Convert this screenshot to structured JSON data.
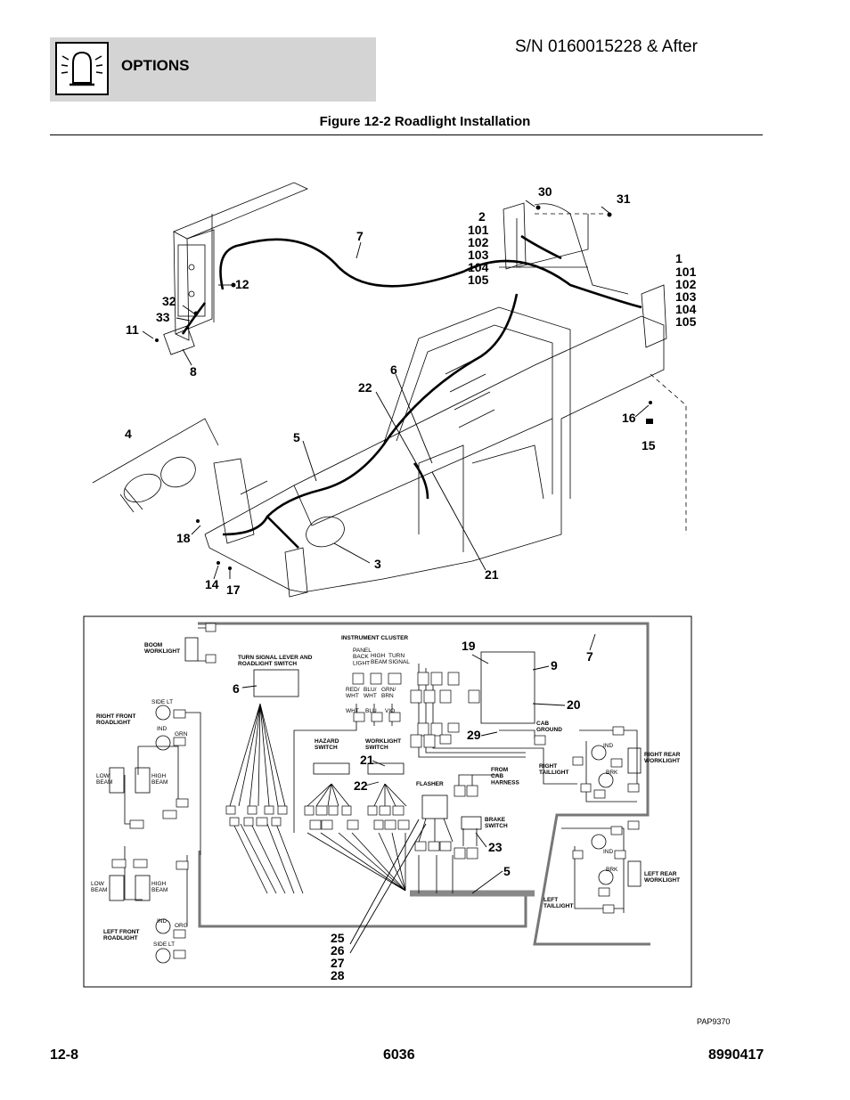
{
  "header": {
    "section": "OPTIONS",
    "serial": "S/N 0160015228 & After"
  },
  "figure": {
    "title": "Figure 12-2 Roadlight Installation",
    "code": "PAP9370"
  },
  "footer": {
    "page": "12-8",
    "model": "6036",
    "doc": "8990417"
  },
  "callouts": {
    "c30": "30",
    "c31": "31",
    "c2": "2",
    "c101a": "101",
    "c102a": "102",
    "c103a": "103",
    "c104a": "104",
    "c105a": "105",
    "c7": "7",
    "c1": "1",
    "c101b": "101",
    "c102b": "102",
    "c103b": "103",
    "c104b": "104",
    "c105b": "105",
    "c12": "12",
    "c32": "32",
    "c33": "33",
    "c11": "11",
    "c8": "8",
    "c6": "6",
    "c22": "22",
    "c16": "16",
    "c15": "15",
    "c4": "4",
    "c5": "5",
    "c18": "18",
    "c3": "3",
    "c21": "21",
    "c14": "14",
    "c17": "17",
    "s19": "19",
    "s9": "9",
    "s7": "7",
    "s6": "6",
    "s20": "20",
    "s29": "29",
    "s21": "21",
    "s22": "22",
    "s23": "23",
    "s5": "5",
    "s25": "25",
    "s26": "26",
    "s27": "27",
    "s28": "28"
  },
  "schematic": {
    "boom_worklight": "BOOM\nWORKLIGHT",
    "turn_signal": "TURN SIGNAL LEVER AND\nROADLIGHT SWITCH",
    "instrument_cluster": "INSTRUMENT CLUSTER",
    "panel_back_light": "PANEL\nBACK\nLIGHT",
    "high_beam": "HIGH\nBEAM",
    "turn_signal_col": "TURN\nSIGNAL",
    "right_front_roadlight": "RIGHT FRONT\nROADLIGHT",
    "side_lt": "SIDE LT",
    "ind": "IND",
    "grn": "GRN",
    "low_beam": "LOW\nBEAM",
    "high_beam_lamp": "HIGH\nBEAM",
    "left_front_roadlight": "LEFT FRONT\nROADLIGHT",
    "org": "ORG",
    "hazard_switch": "HAZARD\nSWITCH",
    "worklight_switch": "WORKLIGHT\nSWITCH",
    "flasher": "FLASHER",
    "from_cab_harness": "FROM\nCAB\nHARNESS",
    "brake_switch": "BRAKE\nSWITCH",
    "cab_ground": "CAB\nGROUND",
    "right_taillight": "RIGHT\nTAILLIGHT",
    "right_rear_worklight": "RIGHT REAR\nWORKLIGHT",
    "left_rear_worklight": "LEFT REAR\nWORKLIGHT",
    "left_taillight": "LEFT\nTAILLIGHT",
    "brk": "BRK",
    "red_wht": "RED/\nWHT",
    "blu_wht": "BLU/\nWHT",
    "grn_brn": "GRN/\nBRN",
    "wht": "WHT",
    "blu": "BLU",
    "vio": "VIO"
  }
}
